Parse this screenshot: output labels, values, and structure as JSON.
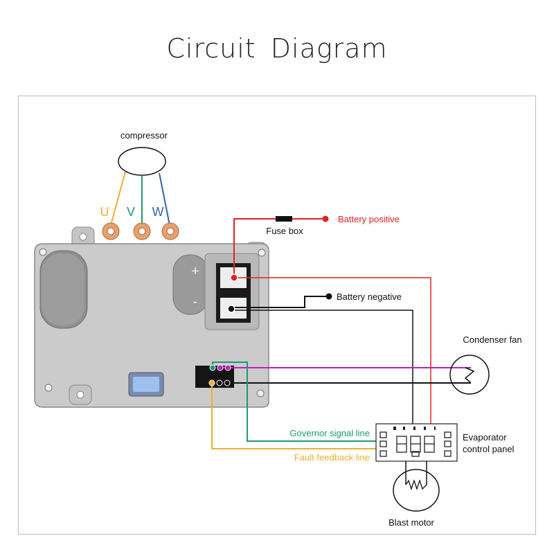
{
  "title": "Circuit  Diagram",
  "labels": {
    "compressor": "compressor",
    "u": "U",
    "v": "V",
    "w": "W",
    "fuse_box": "Fuse box",
    "battery_positive": "Battery positive",
    "battery_negative": "Battery negative",
    "plus": "+",
    "minus": "-",
    "condenser_fan": "Condenser fan",
    "governor_signal_line": "Governor signal line",
    "fault_feedback_line": "Fault feedback line",
    "evaporator_line1": "Evaporator",
    "evaporator_line2": "control panel",
    "blast_motor": "Blast motor"
  },
  "colors": {
    "red": "#e32222",
    "green": "#1a9a6e",
    "orange": "#f0ae2c",
    "blue": "#3462b0",
    "magenta": "#c21bc2",
    "black": "#111111",
    "body": "#c9c9c9"
  }
}
